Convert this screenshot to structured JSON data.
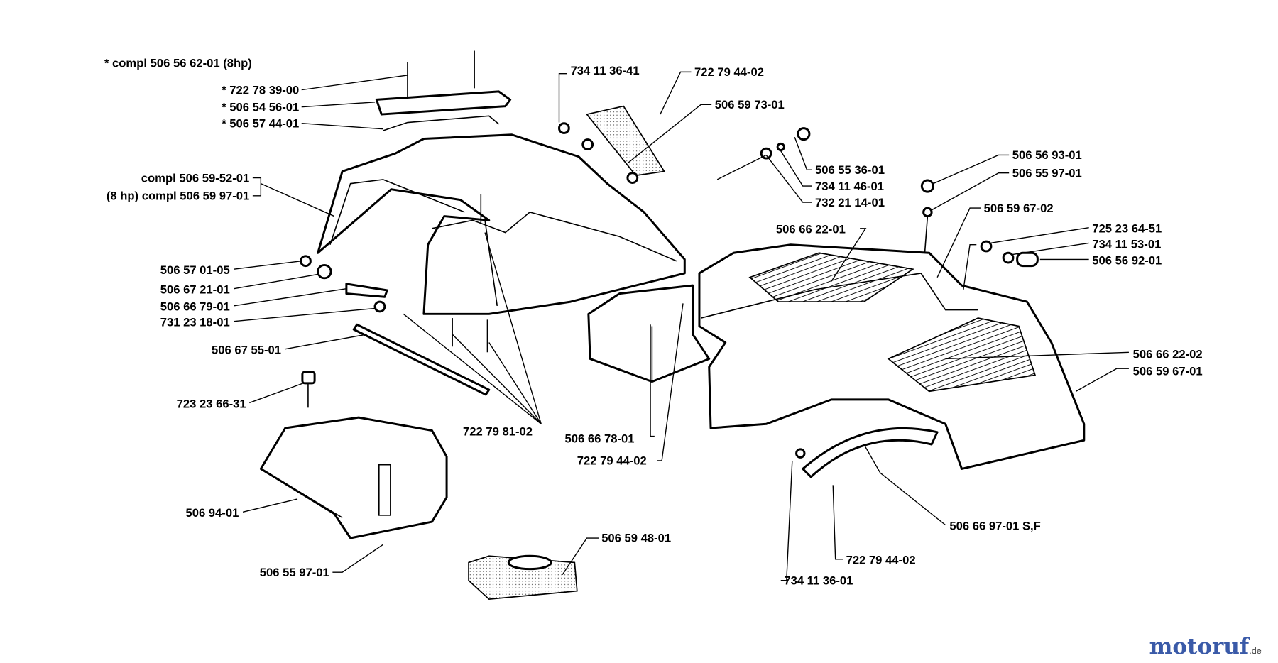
{
  "diagram": {
    "title_note": "* compl 506 56 62-01 (8hp)",
    "labels": {
      "l_722_78_39_00": "* 722 78 39-00",
      "l_506_54_56_01": "* 506 54 56-01",
      "l_506_57_44_01": "* 506 57 44-01",
      "l_compl_506_59_52_01": "compl 506 59-52-01",
      "l_8hp_compl_506_59_97_01": "(8 hp) compl 506 59 97-01",
      "l_734_11_36_41": "734 11 36-41",
      "l_722_79_44_02_top": "722 79 44-02",
      "l_506_59_73_01": "506 59 73-01",
      "l_506_55_36_01": "506 55 36-01",
      "l_734_11_46_01": "734 11 46-01",
      "l_732_21_14_01": "732 21 14-01",
      "l_506_56_93_01": "506 56 93-01",
      "l_506_55_97_01_top": "506 55 97-01",
      "l_506_59_67_02": "506 59 67-02",
      "l_506_66_22_01": "506 66 22-01",
      "l_725_23_64_51": "725 23 64-51",
      "l_734_11_53_01": "734 11 53-01",
      "l_506_56_92_01": "506 56 92-01",
      "l_506_57_01_05": "506 57 01-05",
      "l_506_67_21_01": "506 67 21-01",
      "l_506_66_79_01": "506 66 79-01",
      "l_731_23_18_01": "731 23 18-01",
      "l_506_67_55_01": "506 67 55-01",
      "l_506_66_22_02": "506 66 22-02",
      "l_506_59_67_01": "506 59 67-01",
      "l_723_23_66_31": "723 23 66-31",
      "l_722_79_81_02": "722 79 81-02",
      "l_506_66_78_01": "506 66 78-01",
      "l_722_79_44_02_mid": "722 79 44-02",
      "l_506_94_01": "506 94-01",
      "l_506_66_97_01": "506 66 97-01 S,F",
      "l_506_59_48_01": "506 59 48-01",
      "l_722_79_44_02_low": "722 79 44-02",
      "l_506_55_97_01_low": "506 55 97-01",
      "l_734_11_36_01": "734 11 36-01"
    }
  },
  "watermark": {
    "brand_main": "motoruf",
    "brand_suffix": ".de",
    "color_a": "#3a5aa8",
    "color_b": "#e08a1e"
  }
}
